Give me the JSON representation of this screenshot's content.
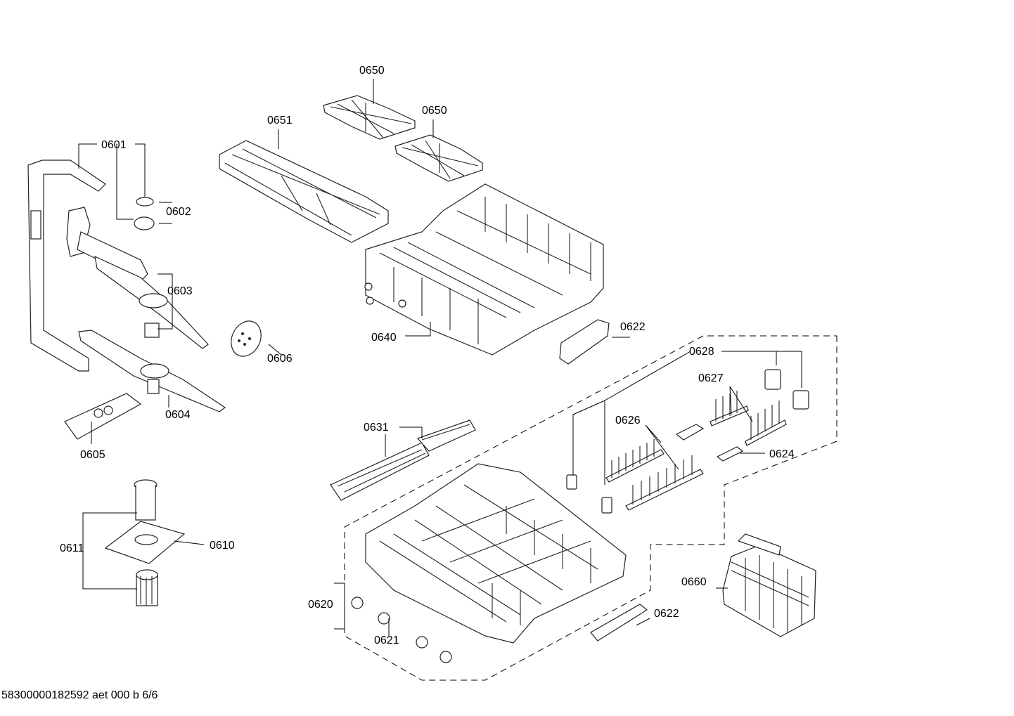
{
  "document_id": "58300000182592 aet 000 b 6/6",
  "labels": {
    "p0650a": "0650",
    "p0650b": "0650",
    "p0651": "0651",
    "p0601": "0601",
    "p0602": "0602",
    "p0603": "0603",
    "p0604": "0604",
    "p0605": "0605",
    "p0606": "0606",
    "p0610": "0610",
    "p0611": "0611",
    "p0620": "0620",
    "p0621": "0621",
    "p0622a": "0622",
    "p0622b": "0622",
    "p0624": "0624",
    "p0626": "0626",
    "p0627": "0627",
    "p0628": "0628",
    "p0631": "0631",
    "p0640": "0640",
    "p0660": "0660"
  }
}
